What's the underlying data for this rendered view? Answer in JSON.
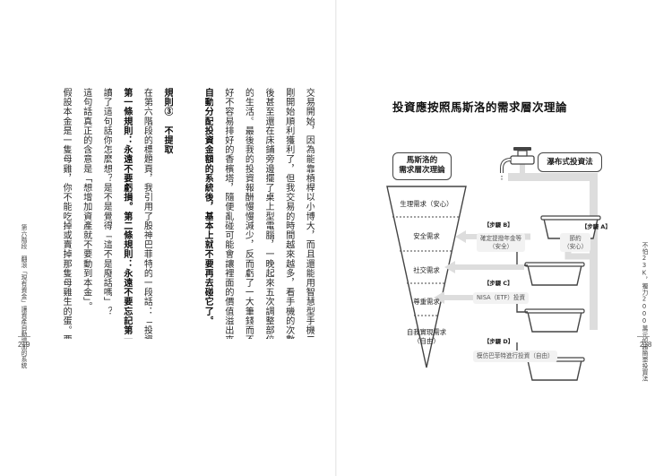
{
  "left_page": {
    "body_columns": [
      "交易開始，因為能靠槓桿以小博大，而且還能用智慧型手機二十四小時交易。",
      "剛開始順利獲利了，但我交易的時間越來越多，看手機的次數也增加了，最",
      "後甚至還在床鋪旁邊擺了桌上型電腦，一晚起來五次調整部位，度過了一段悲慘",
      "的生活。最後我的投資報酬慢慢減少，反而虧了一大筆錢而不玩了。",
      "好不容易排好的香檳塔，隨便亂碰可能會讓裡面的價值溢出來。所以打造好",
      "自動分配投資金額的系統後，基本上就不要再去碰它了。",
      "",
      "規則③　不提取",
      "在第六階段的標題頁，我引用了股神巴菲特的一段話：「投資有兩個規則。",
      "第一條規則：永遠不要虧損。第二條規則：永遠不要忘記第一條。」",
      "讀了這句話你怎麼想？是不是覺得「這不是廢話嗎」？",
      "這句話真正的含意是「想增加資產就不要動到本金」。",
      "假設本金是一隻母雞，你不能吃掉或賣掉那隻母雞生的蛋。要把生下來的蛋"
    ],
    "bold_columns": [
      5,
      7,
      9
    ],
    "running_head": "第六階段　翻滾「現有資金」讓資產自動增加的系統",
    "page_number": "219"
  },
  "right_page": {
    "running_head": "不怕23K，獨力2000萬元的超簡單投資法",
    "page_number": "218",
    "diagram": {
      "title": "投資應按照馬斯洛的需求層次理論",
      "maslow_label": "馬斯洛的\n需求層次理論",
      "waterfall_label": "瀑布式投資法",
      "levels": [
        "生理需求（安心）",
        "安全需求",
        "社交需求",
        "尊重需求",
        "自我實現需求\n（自由）"
      ],
      "steps": [
        {
          "tag": "【步驟 A】",
          "desc": "節約\n（安心）"
        },
        {
          "tag": "【步驟 B】",
          "desc": "確定提撥年金等\n（安全）"
        },
        {
          "tag": "【步驟 C】",
          "desc": "NISA（ETF）投資"
        },
        {
          "tag": "【步驟 D】",
          "desc": "模仿巴菲特進行投資（自由）"
        }
      ]
    }
  }
}
